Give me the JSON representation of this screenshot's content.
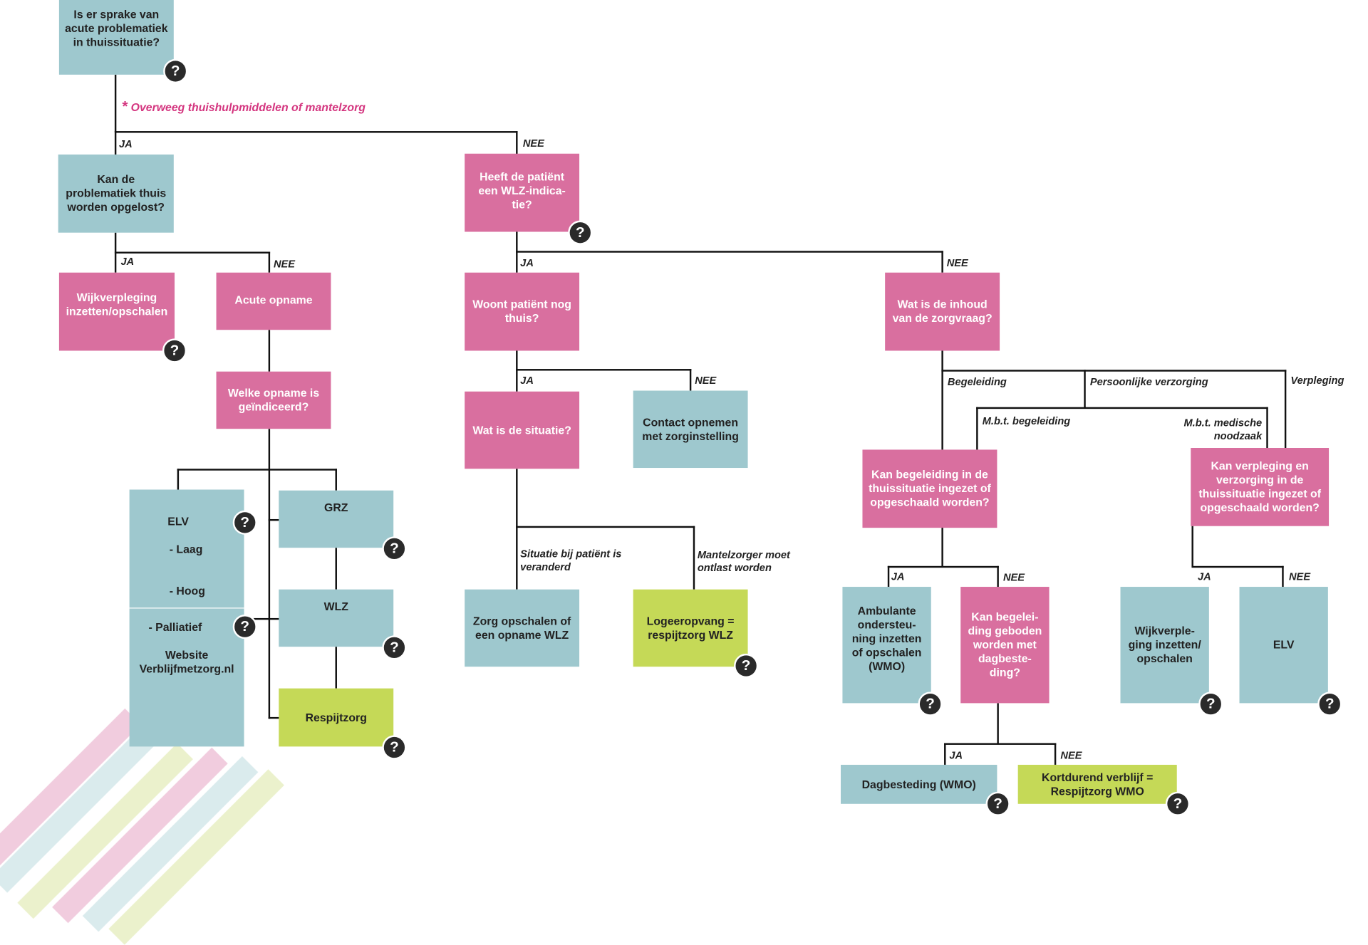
{
  "note": {
    "marker": "*",
    "text": "Overweeg thuishulpmiddelen of mantelzorg"
  },
  "nodes": {
    "q_acute": "Is er sprake van acute problematiek in thuissituatie?",
    "q_solve_home": "Kan de problematiek thuis worden opgelost?",
    "wijkverpleging": "Wijkverpleging inzetten/opschalen",
    "acute_opname": "Acute opname",
    "q_which_admission": "Welke opname is geïndiceerd?",
    "elv": {
      "title": "ELV",
      "items": [
        "- Laag",
        "- Hoog",
        "- Palliatief"
      ],
      "website": "Website Verblijfmetzorg.nl"
    },
    "grz": "GRZ",
    "wlz": "WLZ",
    "respijtzorg": "Respijtzorg",
    "q_wlz_indication": "Heeft de patiënt een WLZ-indica-tie?",
    "q_lives_home": "Woont patiënt nog thuis?",
    "q_situation": "Wat is de situatie?",
    "contact_zorginstelling": "Contact opnemen met zorginstelling",
    "zorg_opschalen": "Zorg opschalen of een opname WLZ",
    "logeeropvang": "Logeeropvang = respijtzorg WLZ",
    "q_care_content": "Wat is de inhoud van de zorgvraag?",
    "q_begeleiding_home": "Kan begeleiding in de thuissituatie ingezet of opgeschaald worden?",
    "q_verpleging_home": "Kan verpleging en verzorging in de thuissituatie ingezet of opgeschaald worden?",
    "ambulante": "Ambulante ondersteu-ning inzetten of opschalen (WMO)",
    "q_dagbesteding": "Kan begelei-ding geboden worden met dagbeste-ding?",
    "wijkverpleging2": "Wijkverple-ging inzetten/ opschalen",
    "elv2": "ELV",
    "dagbesteding": "Dagbesteding (WMO)",
    "kortdurend": "Kortdurend verblijf = Respijtzorg WMO"
  },
  "edge_labels": {
    "ja": "JA",
    "nee": "NEE",
    "begeleiding": "Begeleiding",
    "persoonlijke_verzorging": "Persoonlijke verzorging",
    "verpleging": "Verpleging",
    "mbt_begeleiding": "M.b.t. begeleiding",
    "mbt_medische": "M.b.t. medische noodzaak",
    "situatie_veranderd": "Situatie bij patiënt is veranderd",
    "mantelzorger_ontlast": "Mantelzorger moet ontlast worden"
  },
  "help_symbol": "?",
  "colors": {
    "pink": "#d96f9f",
    "blue": "#9ec8ce",
    "green": "#c5d957",
    "note": "#d4357f",
    "line": "#111111"
  }
}
